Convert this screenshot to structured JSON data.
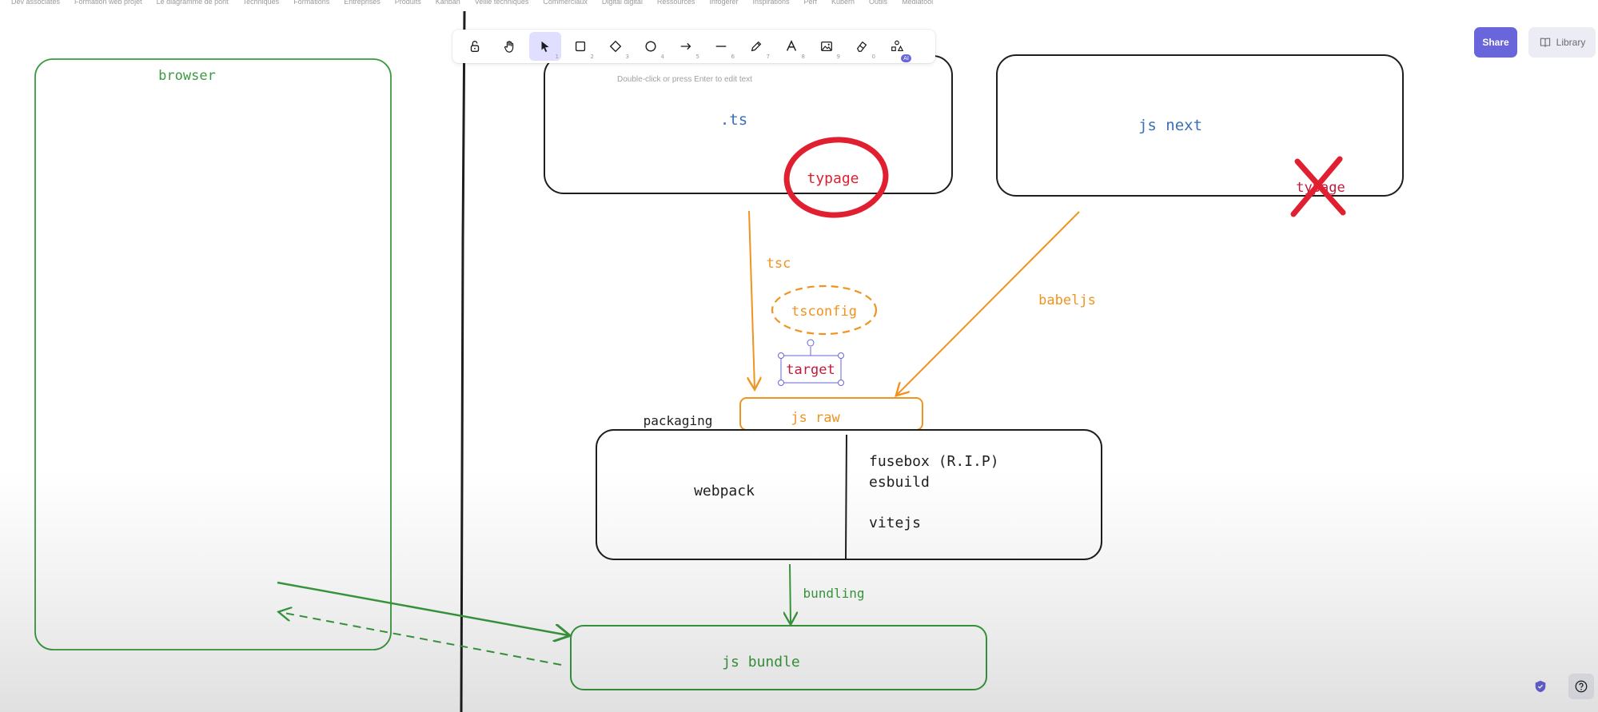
{
  "bookmarks": [
    "Dev associates",
    "Formation web projet",
    "Le diagramme de pont",
    "Techniques",
    "Formations",
    "Entreprises",
    "Produits",
    "Kanban",
    "Veille techniques",
    "Commerciaux",
    "Digital digital",
    "Ressources",
    "Infogérer",
    "Inspirations",
    "Perf",
    "Kubern",
    "Outils",
    "Mediatool"
  ],
  "toolbar": {
    "tools": [
      {
        "icon": "lock-icon",
        "num": ""
      },
      {
        "icon": "hand-icon",
        "num": ""
      },
      {
        "icon": "select-icon",
        "num": "1"
      },
      {
        "icon": "rectangle-icon",
        "num": "2"
      },
      {
        "icon": "diamond-icon",
        "num": "3"
      },
      {
        "icon": "ellipse-icon",
        "num": "4"
      },
      {
        "icon": "arrow-icon",
        "num": "5"
      },
      {
        "icon": "line-icon",
        "num": "6"
      },
      {
        "icon": "pencil-icon",
        "num": "7"
      },
      {
        "icon": "text-icon",
        "num": "8"
      },
      {
        "icon": "image-icon",
        "num": "9"
      },
      {
        "icon": "eraser-icon",
        "num": "0"
      },
      {
        "icon": "shapes-icon",
        "num": "",
        "badge": "AI"
      }
    ],
    "active_index": 2
  },
  "share_label": "Share",
  "library_label": "Library",
  "hint": "Double-click or press Enter to edit text",
  "labels": {
    "browser": "browser",
    "ts": ".ts",
    "typage1": "typage",
    "js_next": "js next",
    "typage2": "typage",
    "tsc": "tsc",
    "tsconfig": "tsconfig",
    "target": "target",
    "babeljs": "babeljs",
    "packaging": "packaging",
    "js_raw": "js raw",
    "webpack": "webpack",
    "fusebox": "fusebox (R.I.P)",
    "esbuild": "esbuild",
    "vitejs": "vitejs",
    "bundling": "bundling",
    "js_bundle": "js bundle"
  },
  "colors": {
    "green": "#3a9b3f",
    "orange": "#f0931f",
    "red": "#e02030",
    "blue": "#3a6fb8",
    "crimson": "#c01a3b",
    "black": "#1e1e1e",
    "accent": "#6965db"
  }
}
